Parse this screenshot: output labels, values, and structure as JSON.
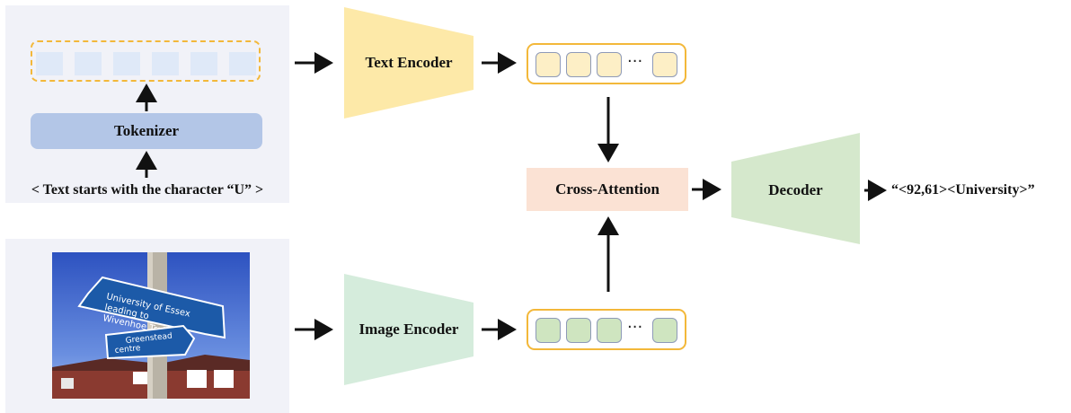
{
  "text_input": {
    "prompt": "< Text starts with the character “U” >",
    "tokenizer_label": "Tokenizer"
  },
  "image_input": {
    "photo_sign_text": [
      "University of Essex",
      "leading to",
      "Wivenhoe Trail",
      "Greenstead",
      "centre"
    ]
  },
  "encoders": {
    "text_encoder": "Text Encoder",
    "image_encoder": "Image Encoder"
  },
  "embeddings": {
    "ellipsis": "···"
  },
  "fusion": {
    "cross_attention": "Cross-Attention"
  },
  "decoder": {
    "label": "Decoder"
  },
  "output": {
    "text": "“<92,61><University>”"
  },
  "colors": {
    "panel_bg": "#f1f2f8",
    "tokenizer": "#b3c6e7",
    "text_encoder": "#fde9a8",
    "image_encoder": "#d5ecdc",
    "cross_attention": "#fbe2d4",
    "decoder": "#d5e8cc",
    "embedding_border": "#f3b83a"
  }
}
